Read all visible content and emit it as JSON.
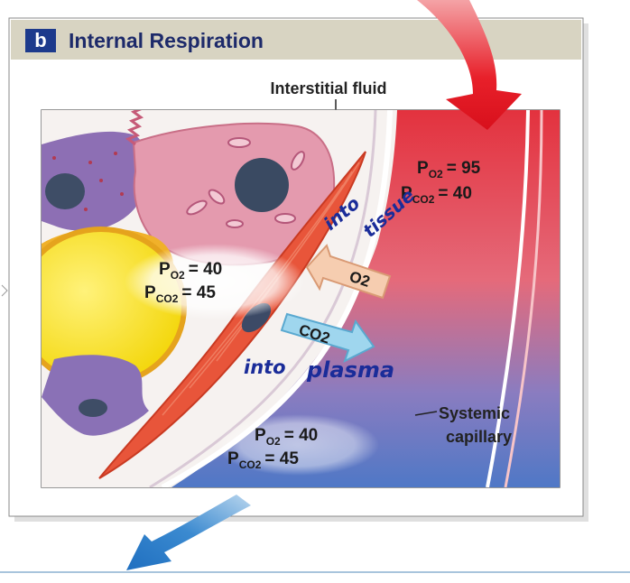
{
  "panel": {
    "letter": "b",
    "title": "Internal Respiration"
  },
  "labels": {
    "interstitial_fluid": "Interstitial fluid",
    "systemic": "Systemic",
    "capillary": "capillary"
  },
  "gases": {
    "p": "P",
    "o2_sub": "O2",
    "co2_sub": "CO2",
    "arrow_o2": "O2",
    "arrow_co2": "CO2"
  },
  "values": {
    "arterial_po2": "= 95",
    "arterial_pco2": "= 40",
    "tissue_po2": "= 40",
    "tissue_pco2": "= 45",
    "venous_po2": "= 40",
    "venous_pco2": "= 45"
  },
  "handwriting": {
    "into1": "into",
    "tissue": "tissue",
    "into2": "into",
    "plasma": "plasma"
  },
  "colors": {
    "title_bar": "#d8d4c2",
    "badge": "#1d3a8c",
    "arterial": "#e8464f",
    "venous": "#5a7ec8",
    "flow_in": "#e8202a",
    "flow_out": "#2f7fc8",
    "o2_arrow": "#f6cdb0",
    "co2_arrow": "#9fd6ee",
    "ink": "#1a2c99"
  }
}
